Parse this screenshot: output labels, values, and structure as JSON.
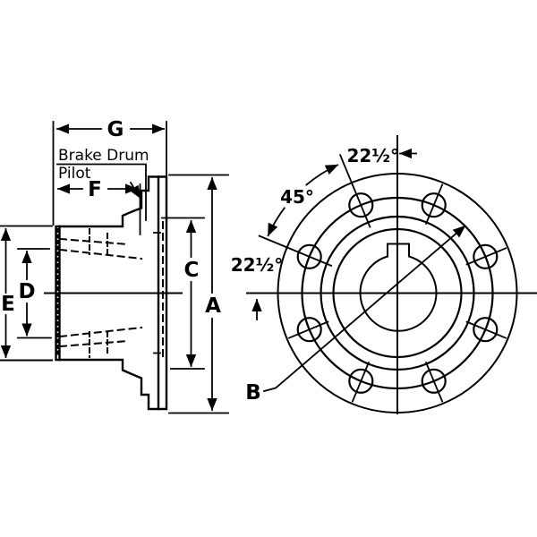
{
  "drawing": {
    "type": "engineering-drawing-flange-hub",
    "colors": {
      "ink": "#000000",
      "paper": "#ffffff"
    }
  },
  "side_view": {
    "labels": {
      "g": "G",
      "f": "F",
      "e": "E",
      "d": "D",
      "c": "C",
      "a": "A"
    },
    "notes": {
      "brake_drum": "Brake Drum",
      "pilot": "Pilot"
    }
  },
  "front_view": {
    "labels": {
      "b": "B"
    },
    "angles": {
      "top": "22½°",
      "between": "45°",
      "left": "22½°"
    },
    "bolt_hole_count": 8
  }
}
